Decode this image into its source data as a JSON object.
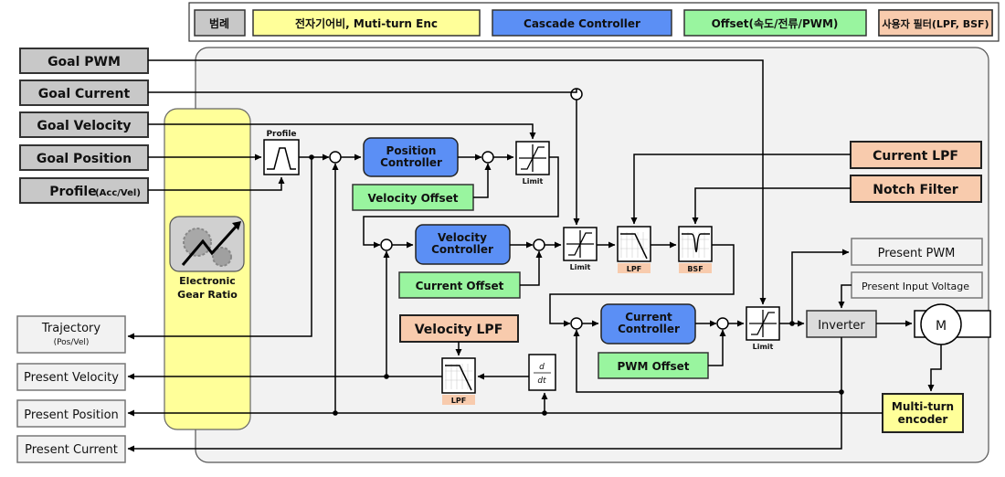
{
  "legend": {
    "title": "범례",
    "items": [
      {
        "label": "전자기어비, Muti-turn Enc",
        "color": "#ffff99"
      },
      {
        "label": "Cascade Controller",
        "color": "#5b8ff5"
      },
      {
        "label": "Offset(속도/전류/PWM)",
        "color": "#99f59f"
      },
      {
        "label": "사용자 필터(LPF, BSF)",
        "color": "#f8cbad"
      }
    ]
  },
  "inputs": [
    {
      "label": "Goal PWM"
    },
    {
      "label": "Goal Current"
    },
    {
      "label": "Goal Velocity"
    },
    {
      "label": "Goal Position"
    },
    {
      "label": "Profile",
      "sub": "(Acc/Vel)"
    }
  ],
  "outputs": {
    "trajectory": {
      "label": "Trajectory",
      "sub": "(Pos/Vel)"
    },
    "present_velocity": "Present Velocity",
    "present_position": "Present Position",
    "present_current": "Present Current",
    "present_pwm": "Present PWM",
    "present_input_voltage": "Present Input Voltage"
  },
  "gear": {
    "line1": "Electronic",
    "line2": "Gear Ratio"
  },
  "profile_block": "Profile",
  "controllers": {
    "position": [
      "Position",
      "Controller"
    ],
    "velocity": [
      "Velocity",
      "Controller"
    ],
    "current": [
      "Current",
      "Controller"
    ]
  },
  "offsets": {
    "velocity": "Velocity Offset",
    "current": "Current Offset",
    "pwm": "PWM Offset"
  },
  "filters": {
    "current_lpf": "Current LPF",
    "notch": "Notch Filter",
    "velocity_lpf": "Velocity LPF",
    "lpf_tag": "LPF",
    "bsf_tag": "BSF"
  },
  "limit_label": "Limit",
  "inverter": "Inverter",
  "motor": "M",
  "encoder": [
    "Multi-turn",
    "encoder"
  ],
  "derivative": {
    "num": "d",
    "den": "dt"
  },
  "colors": {
    "yellow": "#ffff99",
    "blue": "#5b8ff5",
    "green": "#99f59f",
    "orange": "#f8cbad",
    "gray_input": "#c8c8c8",
    "panel": "#f2f2f2"
  }
}
